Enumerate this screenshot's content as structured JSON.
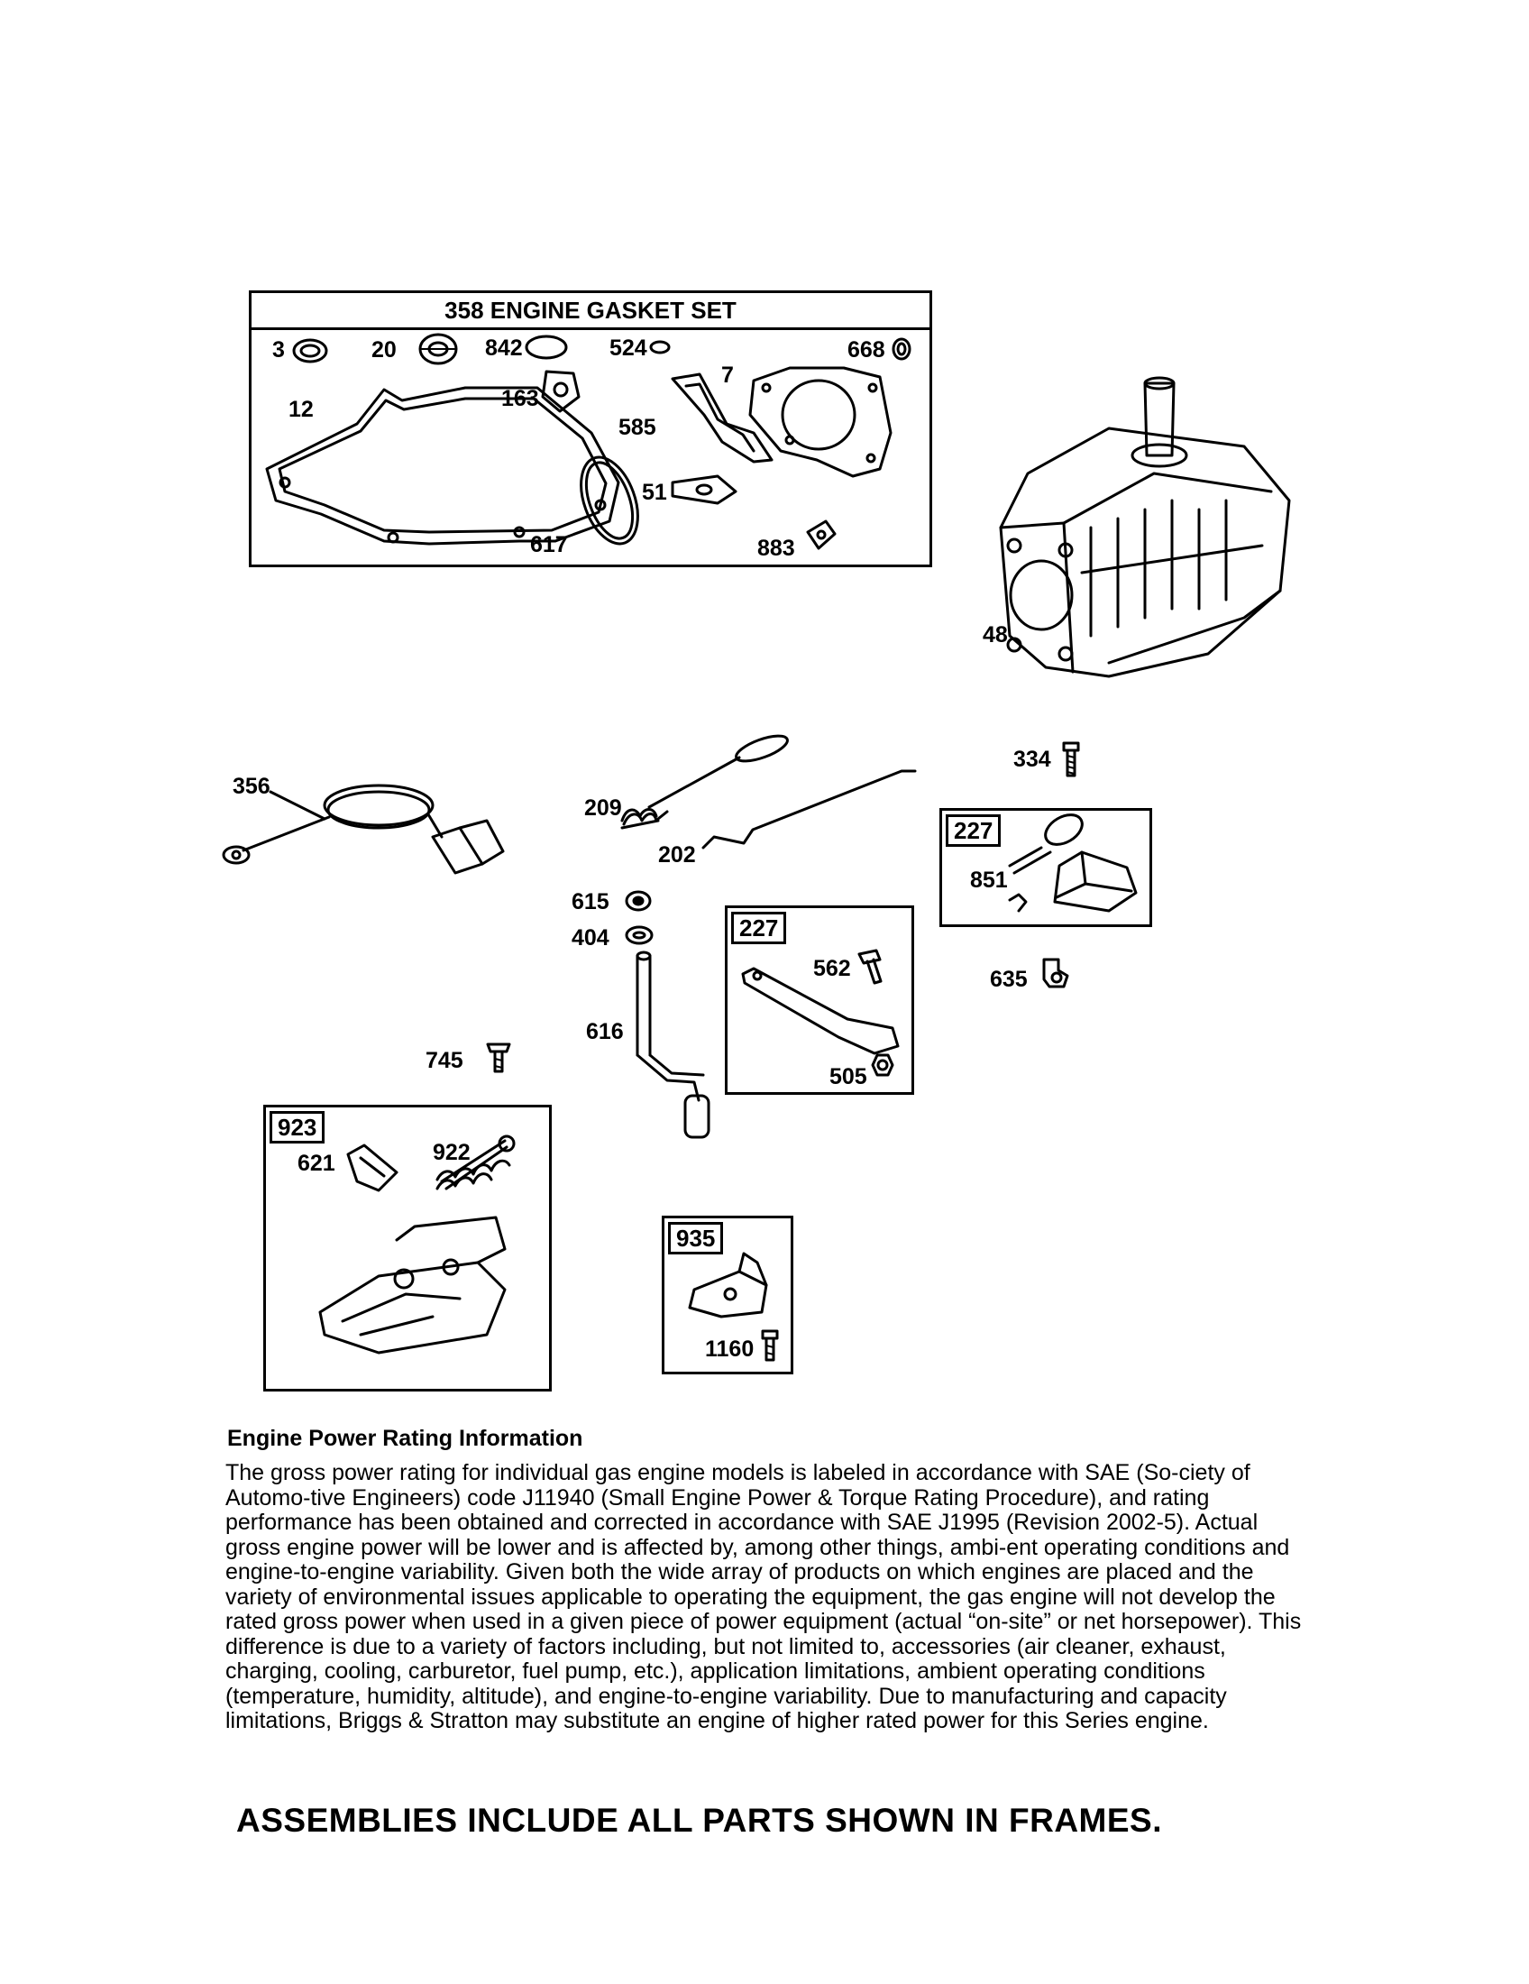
{
  "gasket_set": {
    "title": "358 ENGINE GASKET SET",
    "parts": [
      "3",
      "20",
      "842",
      "524",
      "668",
      "7",
      "12",
      "163",
      "585",
      "51",
      "617",
      "883"
    ]
  },
  "parts": {
    "p48": "48",
    "p334": "334",
    "p356": "356",
    "p209": "209",
    "p202": "202",
    "p615": "615",
    "p404": "404",
    "p616": "616",
    "p745": "745",
    "p851": "851",
    "p635": "635",
    "p562": "562",
    "p505": "505",
    "p621": "621",
    "p922": "922",
    "p1160": "1160"
  },
  "frames": {
    "f227a": "227",
    "f227b": "227",
    "f923": "923",
    "f935": "935"
  },
  "info": {
    "heading": "Engine Power Rating Information",
    "body": "The gross power rating for individual gas engine models is labeled in accordance with SAE (So-ciety of Automo-tive Engineers) code J11940 (Small Engine Power & Torque Rating Procedure), and rating performance has been obtained and corrected in accordance with SAE J1995 (Revision 2002-5). Actual gross engine power will be lower and is affected by, among other things, ambi-ent operating conditions and engine-to-engine variability. Given both the wide array of products on which engines are placed and the variety of environmental issues applicable to operating the equipment, the gas engine will not develop the rated gross power when used in a given piece of power equipment (actual “on-site” or net horsepower). This difference is due to a variety of factors including, but not limited to, accessories (air cleaner, exhaust, charging, cooling, carburetor, fuel pump, etc.), application limitations, ambient operating conditions (temperature, humidity, altitude), and engine-to-engine variability. Due to manufacturing and capacity limitations, Briggs & Stratton may substitute an engine of higher rated power for this Series engine."
  },
  "footer": "ASSEMBLIES INCLUDE ALL PARTS SHOWN IN FRAMES."
}
